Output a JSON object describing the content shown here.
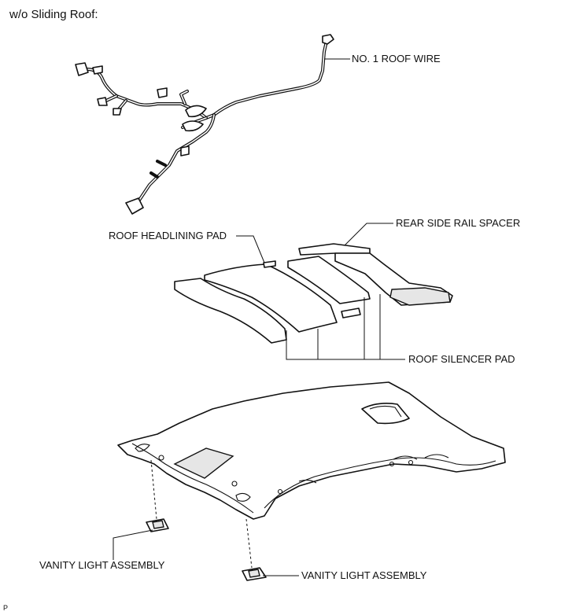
{
  "title": "w/o Sliding Roof:",
  "labels": {
    "roof_wire": "NO. 1 ROOF WIRE",
    "headlining_pad": "ROOF HEADLINING PAD",
    "rear_side_rail_spacer": "REAR SIDE RAIL SPACER",
    "roof_silencer_pad": "ROOF SILENCER PAD",
    "vanity_light_left": "VANITY LIGHT ASSEMBLY",
    "vanity_light_right": "VANITY LIGHT ASSEMBLY"
  },
  "corner_mark": "P"
}
